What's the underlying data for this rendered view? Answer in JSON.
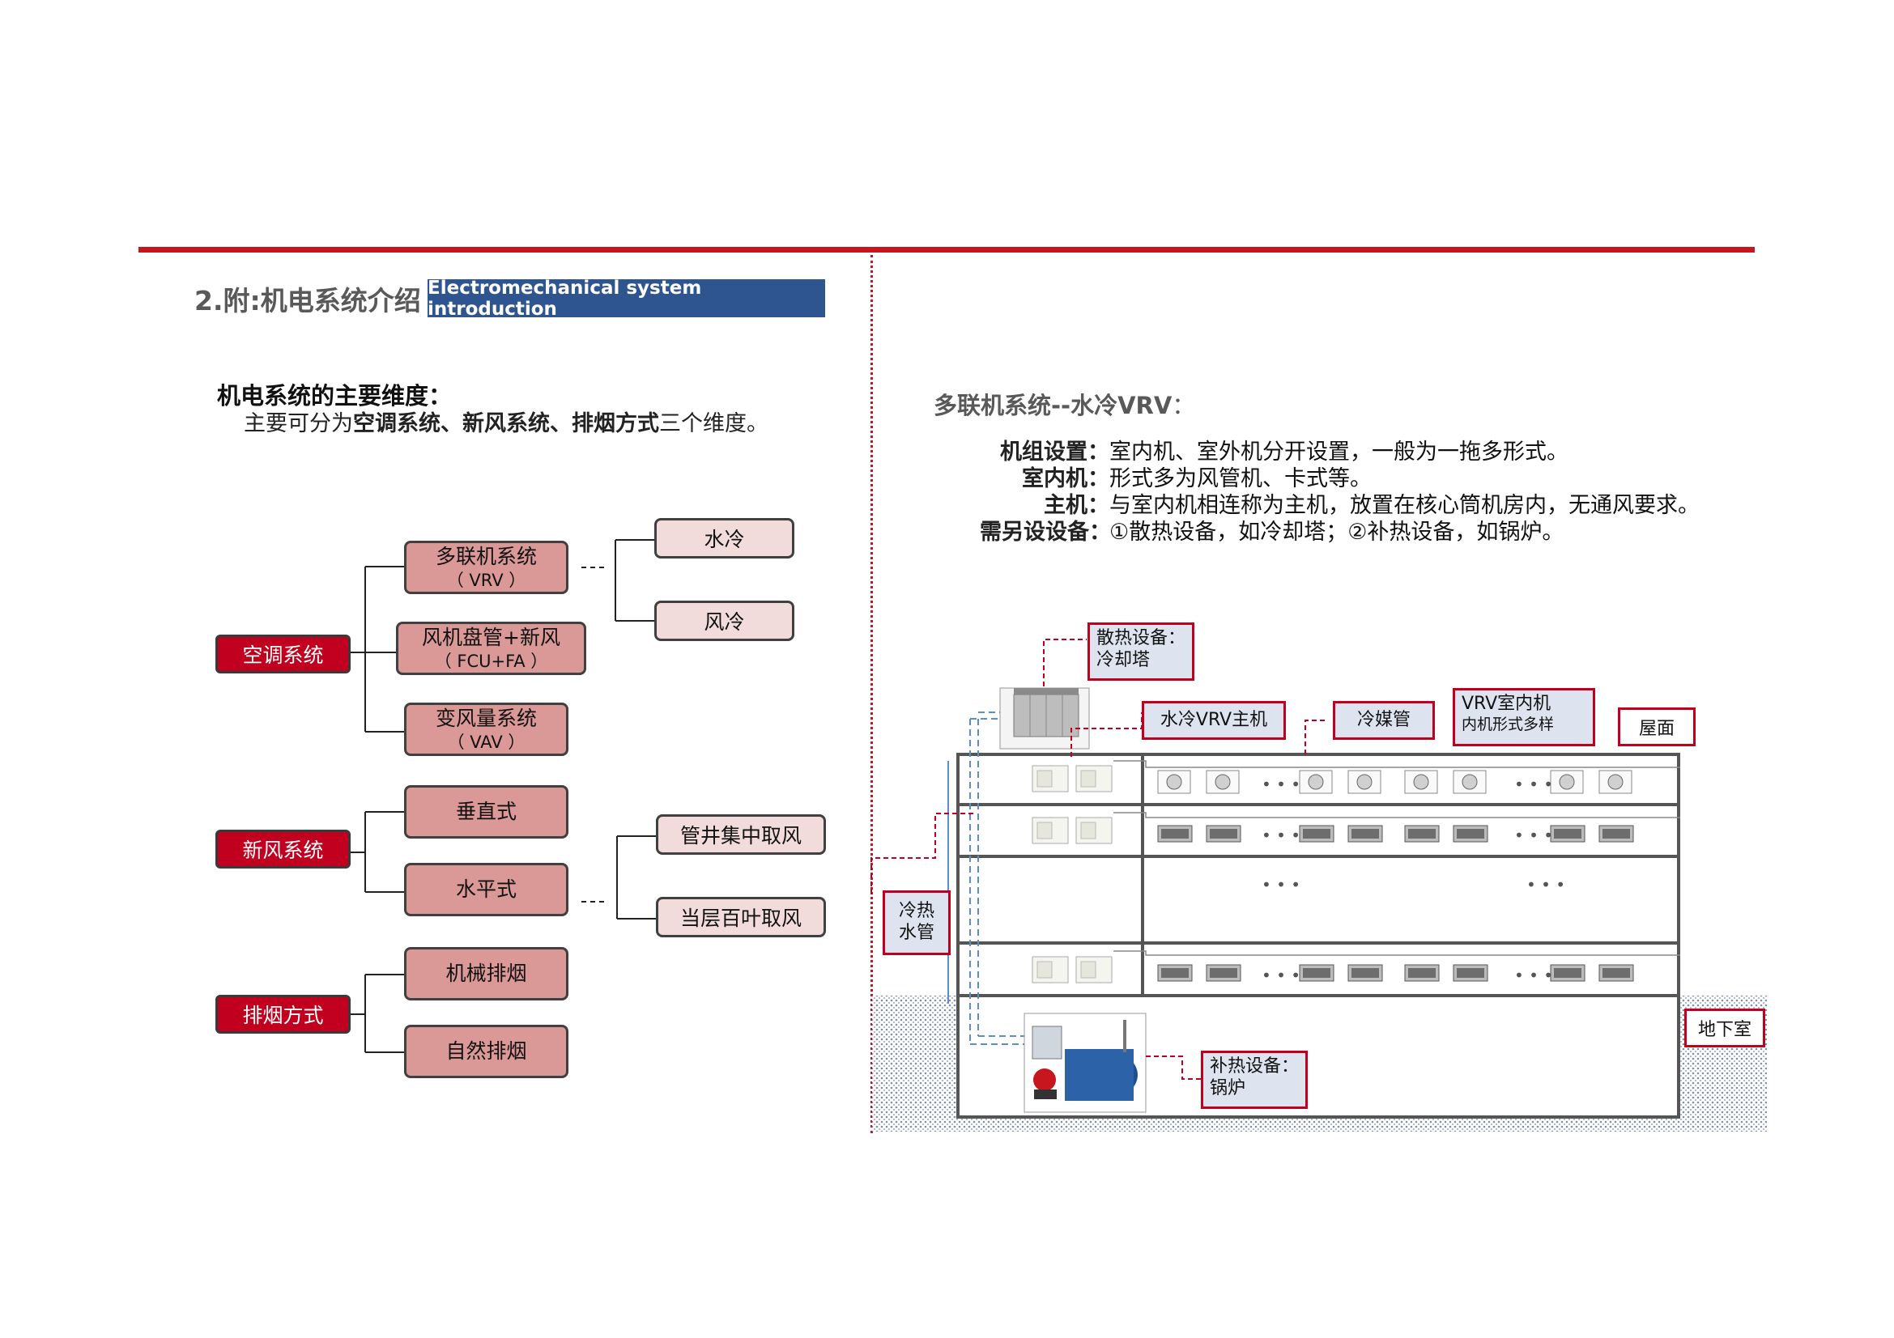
{
  "header": {
    "title": "2.附:机电系统介绍",
    "banner": "Electromechanical system introduction"
  },
  "dimensions": {
    "heading": "机电系统的主要维度：",
    "desc_prefix": "主要可分为",
    "desc_bold": "空调系统、新风系统、排烟方式",
    "desc_suffix": "三个维度。"
  },
  "tree": {
    "categories": [
      "空调系统",
      "新风系统",
      "排烟方式"
    ],
    "ac": [
      {
        "line1": "多联机系统",
        "line2": "（ VRV ）"
      },
      {
        "line1": "风机盘管+新风",
        "line2": "（ FCU+FA ）"
      },
      {
        "line1": "变风量系统",
        "line2": "（ VAV ）"
      }
    ],
    "vrv_types": [
      "水冷",
      "风冷"
    ],
    "fresh": [
      "垂直式",
      "水平式"
    ],
    "intake": [
      "管井集中取风",
      "当层百叶取风"
    ],
    "smoke": [
      "机械排烟",
      "自然排烟"
    ]
  },
  "vrv": {
    "title": "多联机系统--水冷VRV",
    "title_colon": "：",
    "rows": [
      {
        "label": "机组设置：",
        "text": "室内机、室外机分开设置，一般为一拖多形式。"
      },
      {
        "label": "室内机：",
        "text": "形式多为风管机、卡式等。"
      },
      {
        "label": "主机：",
        "text": "与室内机相连称为主机，放置在核心筒机房内，无通风要求。"
      },
      {
        "label": "需另设设备：",
        "text": "①散热设备，如冷却塔；②补热设备，如锅炉。"
      }
    ]
  },
  "diagram": {
    "cooling_line1": "散热设备：",
    "cooling_line2": "冷却塔",
    "host": "水冷VRV主机",
    "refrigerant": "冷媒管",
    "indoor_line1": "VRV室内机",
    "indoor_line2": "内机形式多样",
    "roof": "屋面",
    "water_line1": "冷热",
    "water_line2": "水管",
    "basement": "地下室",
    "heating_line1": "补热设备：",
    "heating_line2": "锅炉",
    "ellipsis": "• • •"
  },
  "colors": {
    "accent_red": "#c8161e",
    "category_red": "#c0001e",
    "node_pink": "#da9896",
    "leaf_pink": "#f2dcdb",
    "banner_blue": "#2e5590",
    "callout_fill": "#dde3ef"
  }
}
